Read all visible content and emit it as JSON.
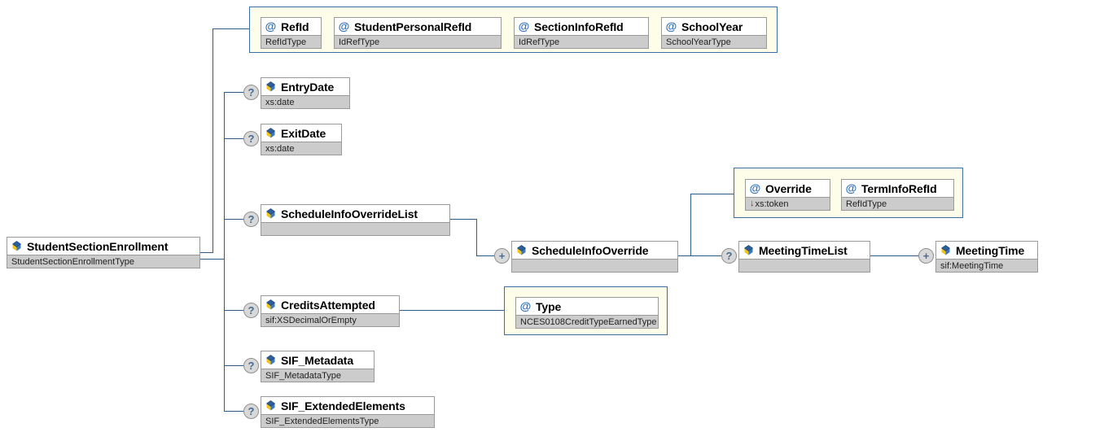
{
  "diagram": {
    "type": "xml-schema-tree",
    "root": {
      "name": "StudentSectionEnrollment",
      "type": "StudentSectionEnrollmentType",
      "icon": "element-icon"
    },
    "root_attribute_group": {
      "attributes": [
        {
          "name": "RefId",
          "type": "RefIdType",
          "icon": "attribute-icon"
        },
        {
          "name": "StudentPersonalRefId",
          "type": "IdRefType",
          "icon": "attribute-icon"
        },
        {
          "name": "SectionInfoRefId",
          "type": "IdRefType",
          "icon": "attribute-icon"
        },
        {
          "name": "SchoolYear",
          "type": "SchoolYearType",
          "icon": "attribute-icon"
        }
      ]
    },
    "children": [
      {
        "name": "EntryDate",
        "type": "xs:date",
        "marker": "?",
        "icon": "element-icon"
      },
      {
        "name": "ExitDate",
        "type": "xs:date",
        "marker": "?",
        "icon": "element-icon"
      },
      {
        "name": "ScheduleInfoOverrideList",
        "type": "",
        "marker": "?",
        "icon": "element-icon"
      },
      {
        "name": "CreditsAttempted",
        "type": "sif:XSDecimalOrEmpty",
        "marker": "?",
        "icon": "element-icon"
      },
      {
        "name": "SIF_Metadata",
        "type": "SIF_MetadataType",
        "marker": "?",
        "icon": "element-icon"
      },
      {
        "name": "SIF_ExtendedElements",
        "type": "SIF_ExtendedElementsType",
        "marker": "?",
        "icon": "element-icon"
      }
    ],
    "schedule_info_override": {
      "name": "ScheduleInfoOverride",
      "type": "",
      "marker": "+",
      "icon": "element-icon"
    },
    "schedule_info_override_attributes": [
      {
        "name": "Override",
        "type": "xs:token",
        "restricted": true,
        "icon": "attribute-icon"
      },
      {
        "name": "TermInfoRefId",
        "type": "RefIdType",
        "restricted": false,
        "icon": "attribute-icon"
      }
    ],
    "meeting_time_list": {
      "name": "MeetingTimeList",
      "type": "",
      "marker": "?",
      "icon": "element-icon"
    },
    "meeting_time": {
      "name": "MeetingTime",
      "type": "sif:MeetingTime",
      "marker": "+",
      "icon": "element-icon"
    },
    "credits_attempted_attribute": {
      "name": "Type",
      "type": "NCES0108CreditTypeEarnedType",
      "icon": "attribute-icon"
    },
    "markers": {
      "optional": "?",
      "expand": "+"
    },
    "colors": {
      "line": "#2e5c8a",
      "attr_group_bg": "#fdfdea",
      "attr_group_border": "#3a6ea5",
      "box_border": "#9a9a9a",
      "type_row_bg": "#cccccc",
      "marker_bg": "#d8d8d8",
      "restriction_arrow": "#7a2b12"
    }
  }
}
